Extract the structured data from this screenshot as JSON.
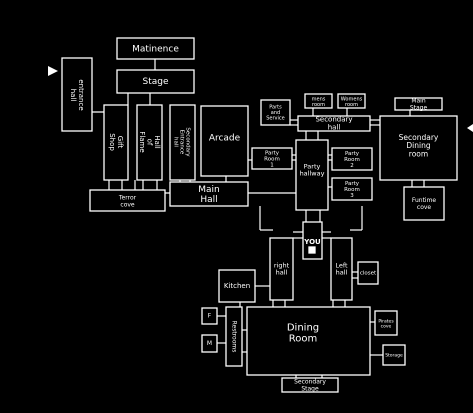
{
  "rooms": {
    "matinence": "Matinence",
    "stage": "Stage",
    "entrance_hall": "entrance hall",
    "gift_shop": "Gift Shop",
    "hall_of_flame": "Hall of Flame",
    "secondary_entrance_hall": "Secondary Entrance hall",
    "arcade": "Arcade",
    "parts_and_service": "Parts and Service",
    "mens_room": "mens room",
    "womens_room": "Womens room",
    "secondary_hall": "Secondary hall",
    "main_stage": "Main Stage",
    "secondary_dining_room": "Secondary Dining room",
    "party_room_1": "Party Room 1",
    "party_hallway": "Party hallway",
    "party_room_2": "Party Room 2",
    "party_room_3": "Party Room 3",
    "main_hall": "Main Hall",
    "terror_cove": "Terror cove",
    "funtime_cove": "Funtime cove",
    "you": "YOU",
    "kitchen": "Kitchen",
    "right_hall": "right hall",
    "left_hall": "Left hall",
    "closet": "closet",
    "restrooms": "Restrooms",
    "restroom_f": "F",
    "restroom_m": "M",
    "dining_room": "Dining Room",
    "pirates_cove": "Pirates cove",
    "storage": "Storage",
    "secondary_stage": "Secondary Stage"
  },
  "colors": {
    "background": "#000000",
    "line": "#ffffff"
  },
  "icons": {
    "entrance_arrow": "triangle-right-icon",
    "side_arrow": "triangle-left-icon",
    "you_marker": "square-icon"
  }
}
